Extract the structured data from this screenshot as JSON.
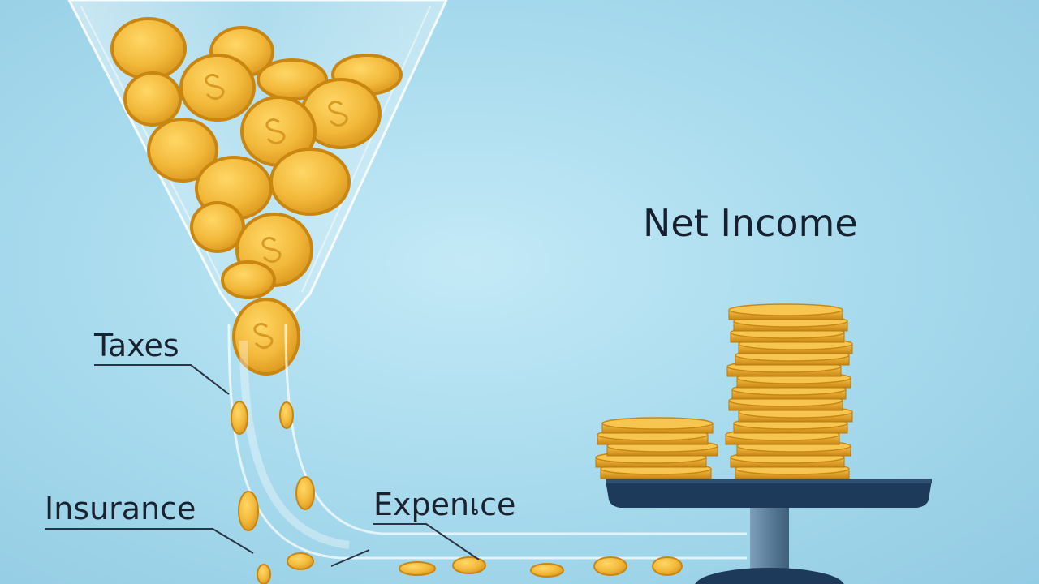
{
  "labels": {
    "title": "Net Income",
    "taxes": "Taxes",
    "insurance": "Insurance",
    "expense": "Expenเce"
  },
  "colors": {
    "background": "#aadcee",
    "coin": "#f2b93b",
    "coin_edge": "#c98712",
    "scale_platform": "#1e3a5a",
    "scale_post": "#5a7d9a",
    "text": "#1a2230"
  },
  "icons": [
    "funnel-icon",
    "coin-icon",
    "coin-stack-icon",
    "scale-icon",
    "tube-icon"
  ]
}
